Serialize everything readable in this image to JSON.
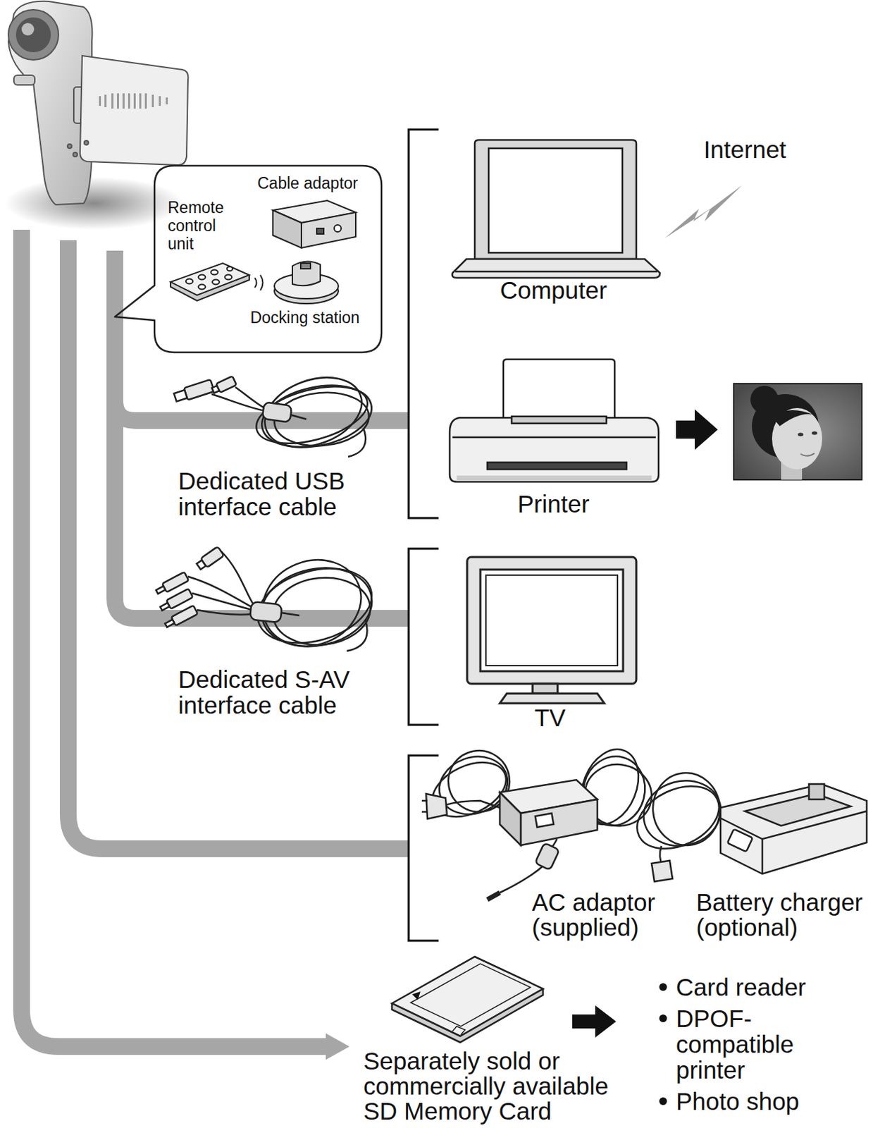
{
  "diagram": {
    "nodes": [
      {
        "text": [
          "Cable adaptor",
          "Remote control unit",
          "Docking station"
        ]
      },
      {
        "text": [
          "Computer"
        ]
      },
      {
        "text": [
          "Printer"
        ]
      },
      {
        "text": [
          "Dedicated USB interface cable"
        ]
      },
      {
        "text": [
          "Dedicated S-AV interface cable"
        ]
      },
      {
        "text": [
          "TV"
        ]
      },
      {
        "text": [
          "AC adaptor (supplied)"
        ]
      },
      {
        "text": [
          "Battery charger (optional)"
        ]
      },
      {
        "text": [
          "Separately sold or commercially available SD Memory Card"
        ]
      },
      {
        "text": [
          "Card reader",
          "DPOF-compatible printer",
          "Photo shop"
        ]
      }
    ],
    "edges": [
      {
        "from": 8,
        "to": 9,
        "arrow": "to"
      }
    ],
    "labels": [
      "Internet"
    ]
  }
}
